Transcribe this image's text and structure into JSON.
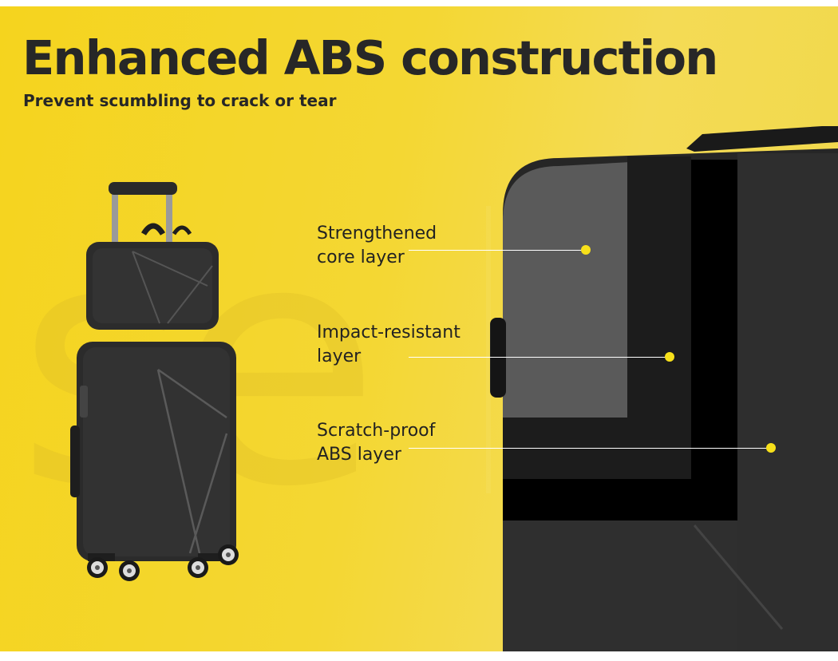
{
  "heading": {
    "title": "Enhanced ABS construction",
    "subtitle": "Prevent scumbling to crack or tear"
  },
  "watermark": "se",
  "layers": [
    {
      "line1": "Strengthened",
      "line2": "core layer"
    },
    {
      "line1": "Impact-resistant",
      "line2": "layer"
    },
    {
      "line1": "Scratch-proof",
      "line2": "ABS layer"
    }
  ],
  "colors": {
    "background": "#f5d41e",
    "text": "#272727",
    "dot": "#f7e01a",
    "shell": "#2b2b2b"
  }
}
